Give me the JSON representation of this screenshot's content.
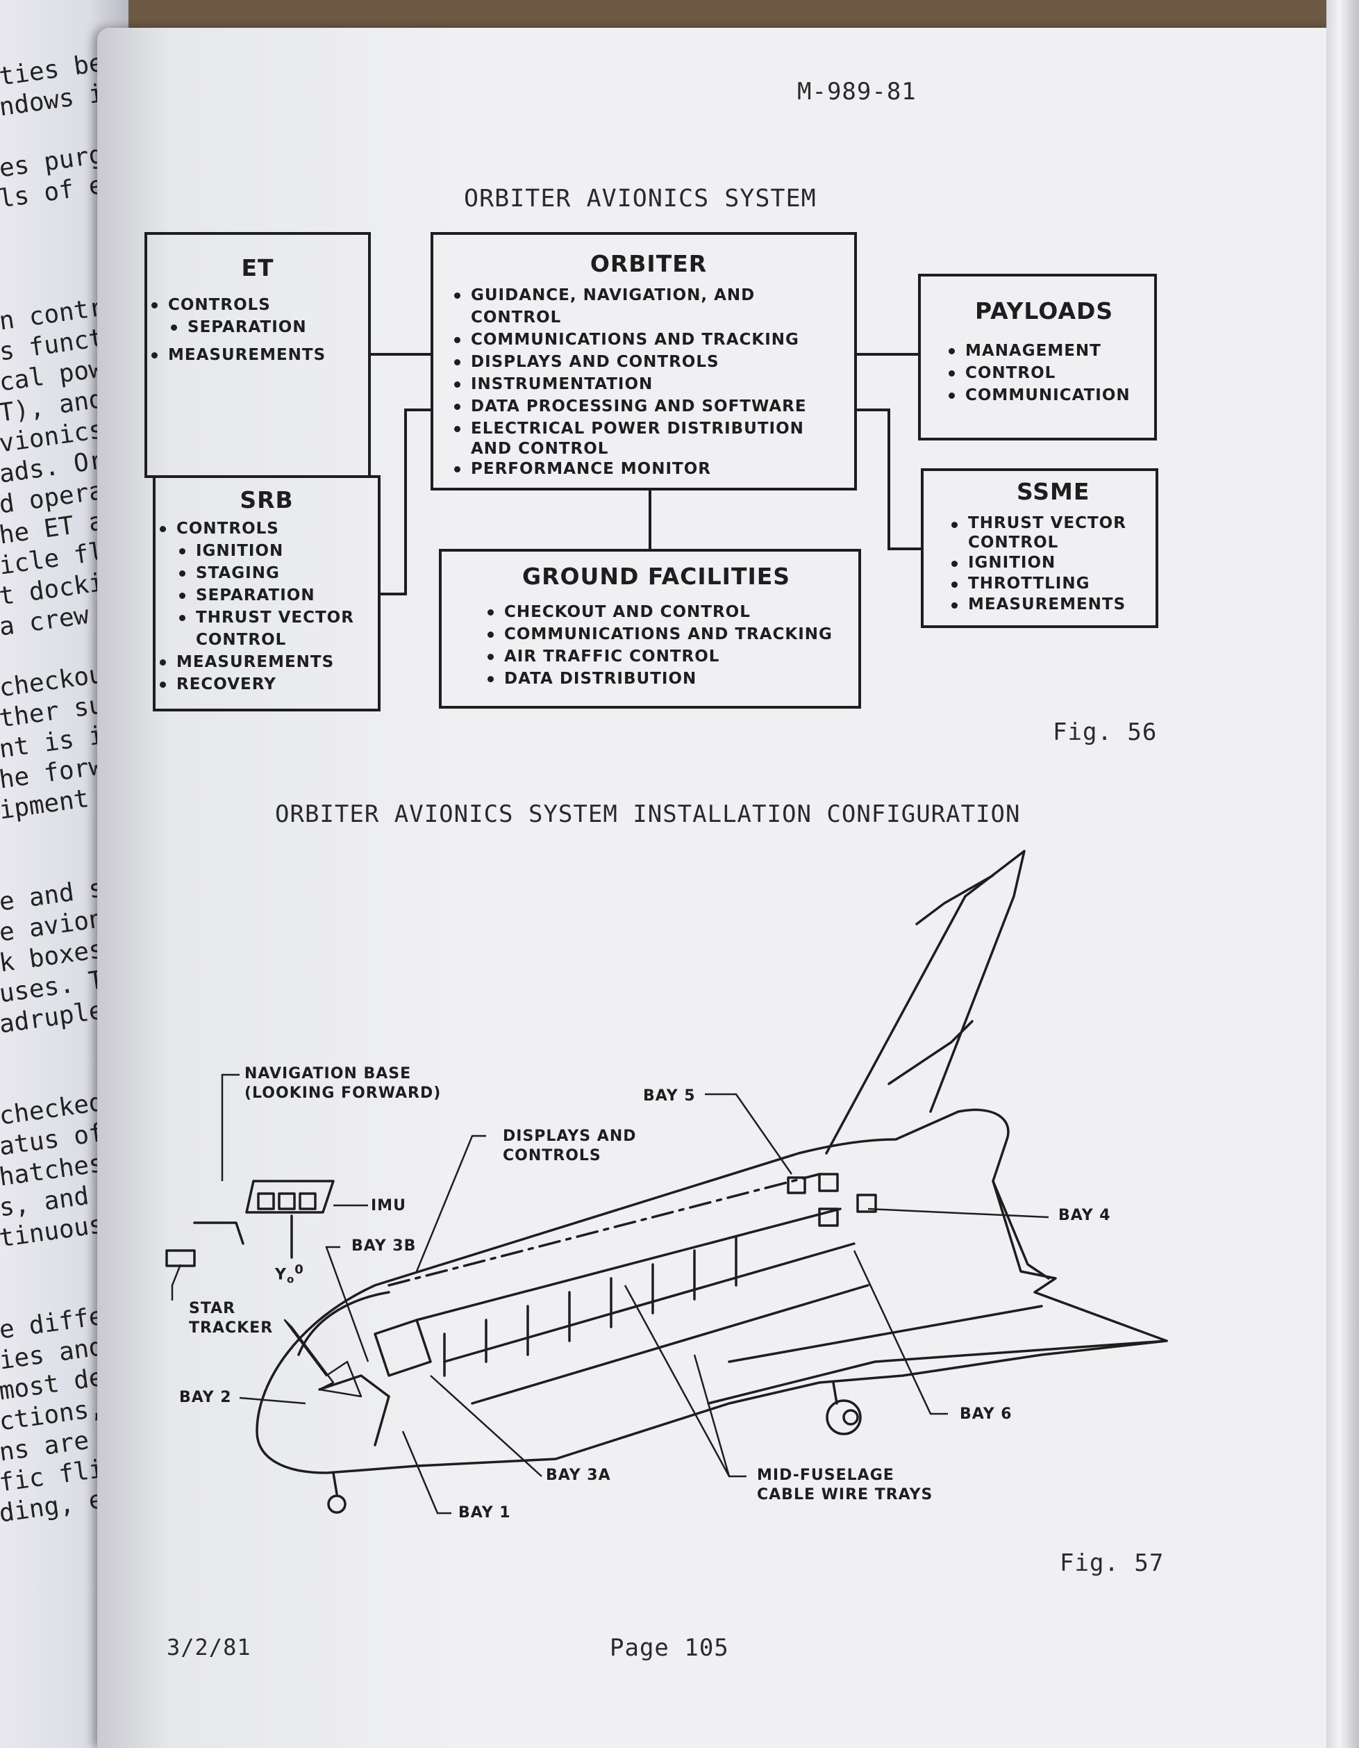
{
  "left_page": {
    "lines": [
      "ties betw",
      "ndows in",
      "",
      "es purged",
      "ls of expo",
      "",
      "",
      "",
      "n contro",
      "s functio",
      "cal power",
      "T), and th",
      "vionics co",
      "ads. Orbi",
      "d operatio",
      "he ET and",
      "icle fligh",
      "t docking",
      "a crew opt",
      "",
      "checkout,",
      "ther subsy",
      "nt is insta",
      "he forward",
      "ipment bay",
      "",
      "",
      "e and softw",
      "e avionics",
      "k boxes\" c",
      "uses. The",
      "adruple re",
      "",
      "",
      "checked by",
      "atus of cr",
      "hatches an",
      "s, and exce",
      "tinuously m",
      "",
      "",
      "e differen",
      "ies and tra",
      "most deta",
      "ctions, of",
      "ns are grou",
      "fic fligh",
      "ding, etc."
    ]
  },
  "header": {
    "doc_number": "M-989-81"
  },
  "fig56": {
    "title": "ORBITER AVIONICS SYSTEM",
    "caption": "Fig. 56",
    "et": {
      "title": "ET",
      "items": [
        "CONTROLS",
        "SEPARATION",
        "MEASUREMENTS"
      ]
    },
    "srb": {
      "title": "SRB",
      "items": [
        "CONTROLS",
        "IGNITION",
        "STAGING",
        "SEPARATION",
        "THRUST VECTOR",
        "CONTROL",
        "MEASUREMENTS",
        "RECOVERY"
      ]
    },
    "orbiter": {
      "title": "ORBITER",
      "items": [
        "GUIDANCE, NAVIGATION, AND CONTROL",
        "COMMUNICATIONS AND TRACKING",
        "DISPLAYS AND CONTROLS",
        "INSTRUMENTATION",
        "DATA PROCESSING AND SOFTWARE",
        "ELECTRICAL POWER DISTRIBUTION",
        "AND CONTROL",
        "PERFORMANCE MONITOR"
      ]
    },
    "payloads": {
      "title": "PAYLOADS",
      "items": [
        "MANAGEMENT",
        "CONTROL",
        "COMMUNICATION"
      ]
    },
    "ssme": {
      "title": "SSME",
      "items": [
        "THRUST VECTOR",
        "CONTROL",
        "IGNITION",
        "THROTTLING",
        "MEASUREMENTS"
      ]
    },
    "ground": {
      "title": "GROUND FACILITIES",
      "items": [
        "CHECKOUT AND CONTROL",
        "COMMUNICATIONS AND TRACKING",
        "AIR TRAFFIC CONTROL",
        "DATA DISTRIBUTION"
      ]
    }
  },
  "fig57": {
    "title": "ORBITER AVIONICS SYSTEM INSTALLATION CONFIGURATION",
    "caption": "Fig. 57",
    "callouts": {
      "nav_base_1": "NAVIGATION BASE",
      "nav_base_2": "(LOOKING FORWARD)",
      "displays_1": "DISPLAYS AND",
      "displays_2": "CONTROLS",
      "bay5": "BAY 5",
      "bay4": "BAY 4",
      "imu": "IMU",
      "bay3b": "BAY 3B",
      "y0": "Y",
      "y0_sub": "o",
      "y0_val": "0",
      "star_1": "STAR",
      "star_2": "TRACKER",
      "bay2": "BAY 2",
      "bay6": "BAY 6",
      "bay3a": "BAY 3A",
      "mid_1": "MID-FUSELAGE",
      "mid_2": "CABLE WIRE TRAYS",
      "bay1": "BAY 1"
    }
  },
  "footer": {
    "date": "3/2/81",
    "page": "Page 105"
  }
}
